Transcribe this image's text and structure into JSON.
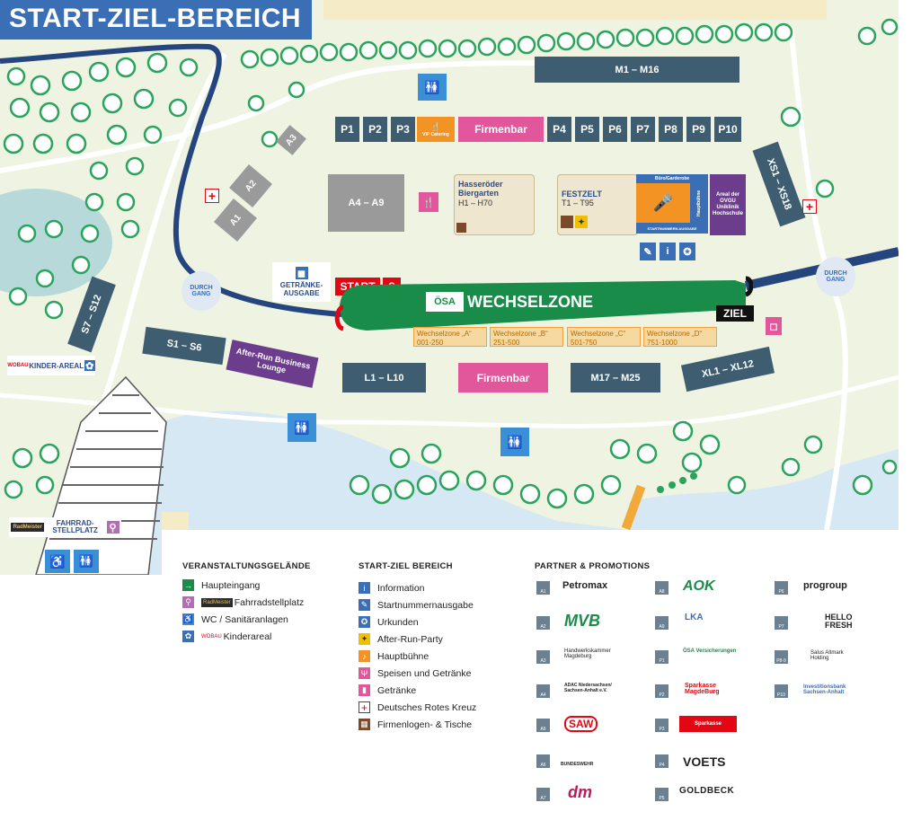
{
  "title": "START-ZIEL-BEREICH",
  "colors": {
    "slate": "#3e5d70",
    "grey": "#9a9a9a",
    "pink": "#e2579b",
    "purple": "#6b3d8c",
    "orange": "#f39323",
    "green": "#1a8c4a",
    "blue": "#3a6fb6",
    "red": "#e30613"
  },
  "map": {
    "m1_m16": "M1 – M16",
    "p_row_left": [
      "P1",
      "P2",
      "P3"
    ],
    "vip": "VIP Catering",
    "firmenbar_top": "Firmenbar",
    "p_row_right": [
      "P4",
      "P5",
      "P6",
      "P7",
      "P8",
      "P9",
      "P10"
    ],
    "a3": "A3",
    "a2": "A2",
    "a1": "A1",
    "a4_a9": "A4 – A9",
    "hasseroeder_title": "Hasseröder Biergarten",
    "hasseroeder_sub": "H1 – H70",
    "festzelt_title": "FESTZELT",
    "festzelt_sub": "T1 – T95",
    "buero": "Büro/Garderobe",
    "hauptbuehne": "Hauptbühne",
    "startnummern": "STARTNUMMERN AUSGABE",
    "areal_ovgu": "Areal der OVGU Uniklinik Hochschule",
    "xs1_xs18": "XS1 – XS18",
    "getraenke": "GETRÄNKE-AUSGABE",
    "start": "START",
    "wechselzone": "WECHSELZONE",
    "oesa": "ÖSA",
    "ziel": "ZIEL",
    "durchgang": "DURCH GANG",
    "s7_s12": "S7 – S12",
    "s1_s6": "S1 – S6",
    "after_run": "After-Run Business Lounge",
    "l1_l10": "L1 – L10",
    "firmenbar_bottom": "Firmenbar",
    "m17_m25": "M17 – M25",
    "xl1_xl12": "XL1 – XL12",
    "kinderareal": "KINDER-AREAL",
    "wobau": "WOBAU",
    "fahrrad": "FAHRRAD-STELLPLATZ",
    "radmeister": "RadMeister",
    "wechselzonen": [
      {
        "name": "Wechselzone „A“",
        "range": "001-250"
      },
      {
        "name": "Wechselzone „B“",
        "range": "251-500"
      },
      {
        "name": "Wechselzone „C“",
        "range": "501-750"
      },
      {
        "name": "Wechselzone „D“",
        "range": "751-1000"
      }
    ]
  },
  "legend": {
    "gelaende": {
      "title": "VERANSTALTUNGSGELÄNDE",
      "items": [
        {
          "label": "Haupteingang",
          "icon": "entrance-icon",
          "color": "#1a8c4a"
        },
        {
          "label": "Fahrradstellplatz",
          "icon": "bike-icon",
          "color": "#b06fb0",
          "brand": "RadMeister"
        },
        {
          "label": "WC / Sanitäranlagen",
          "icon": "wc-icon",
          "color": "#3a8fd6"
        },
        {
          "label": "Kinderareal",
          "icon": "child-icon",
          "color": "#3a6fb6",
          "brand": "WOBAU"
        }
      ]
    },
    "startziel": {
      "title": "START-ZIEL BEREICH",
      "items": [
        {
          "label": "Information",
          "icon": "info-icon",
          "color": "#3a6fb6"
        },
        {
          "label": "Startnummernausgabe",
          "icon": "pencil-icon",
          "color": "#3a6fb6"
        },
        {
          "label": "Urkunden",
          "icon": "award-icon",
          "color": "#3a6fb6"
        },
        {
          "label": "After-Run-Party",
          "icon": "party-icon",
          "color": "#f0c000"
        },
        {
          "label": "Hauptbühne",
          "icon": "microphone-icon",
          "color": "#f39323"
        },
        {
          "label": "Speisen und Getränke",
          "icon": "food-icon",
          "color": "#e2579b"
        },
        {
          "label": "Getränke",
          "icon": "cup-icon",
          "color": "#e2579b"
        },
        {
          "label": "Deutsches Rotes Kreuz",
          "icon": "red-cross-icon",
          "color": "#e30613"
        },
        {
          "label": "Firmenlogen- & Tische",
          "icon": "company-icon",
          "color": "#7a4a2a"
        }
      ]
    },
    "partner": {
      "title": "PARTNER & PROMOTIONS",
      "items": [
        {
          "code": "A1",
          "name": "Petromax"
        },
        {
          "code": "A2",
          "name": "MVB"
        },
        {
          "code": "A3",
          "name": "Handwerkskammer Magdeburg"
        },
        {
          "code": "A4",
          "name": "ADAC Niedersachsen/ Sachsen-Anhalt e.V."
        },
        {
          "code": "A5",
          "name": "SAW"
        },
        {
          "code": "A6",
          "name": "BUNDESWEHR"
        },
        {
          "code": "A7",
          "name": "dm"
        },
        {
          "code": "A8",
          "name": "AOK"
        },
        {
          "code": "A9",
          "name": "LKA"
        },
        {
          "code": "P1",
          "name": "ÖSA Versicherungen"
        },
        {
          "code": "P2",
          "name": "Sparkasse MagdeBurg"
        },
        {
          "code": "P3",
          "name": "Sparkasse"
        },
        {
          "code": "P4",
          "name": "VOETS"
        },
        {
          "code": "P5",
          "name": "GOLDBECK"
        },
        {
          "code": "P6",
          "name": "progroup"
        },
        {
          "code": "P7",
          "name": "HELLO FRESH"
        },
        {
          "code": "P8-9",
          "name": "Salus Altmark Holding"
        },
        {
          "code": "P10",
          "name": "Investitionsbank Sachsen-Anhalt"
        }
      ]
    }
  }
}
